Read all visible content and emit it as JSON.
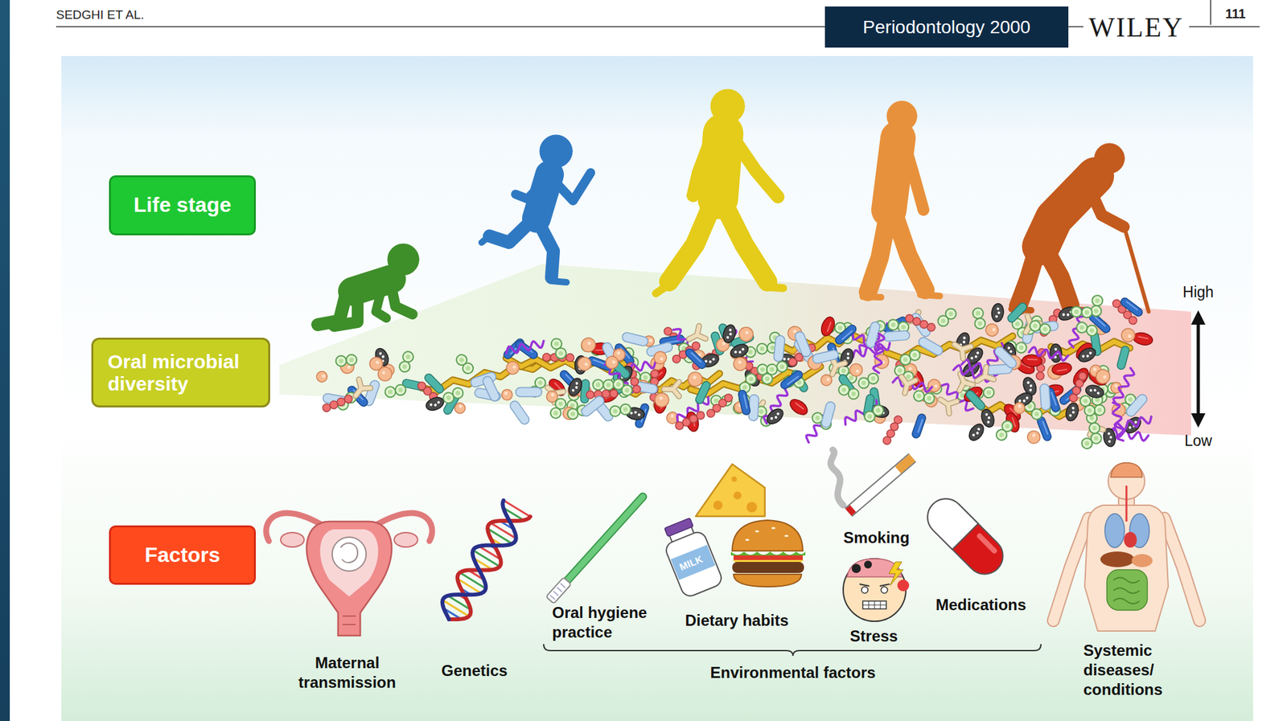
{
  "diagram": {
    "nodes": [
      {
        "text": [
          "Periodontology 2000"
        ]
      },
      {
        "text": [
          "Life stage"
        ]
      },
      {
        "text": [
          "Oral microbial diversity"
        ]
      },
      {
        "text": [
          "Factors"
        ]
      }
    ],
    "labels": [
      "SEDGHI ET AL.",
      "WILEY",
      "111",
      "High",
      "Low",
      "MILK",
      "Maternal transmission",
      "Genetics",
      "Oral hygiene practice",
      "Dietary habits",
      "Smoking",
      "Stress",
      "Medications",
      "Environmental factors",
      "Systemic diseases/ conditions"
    ]
  }
}
